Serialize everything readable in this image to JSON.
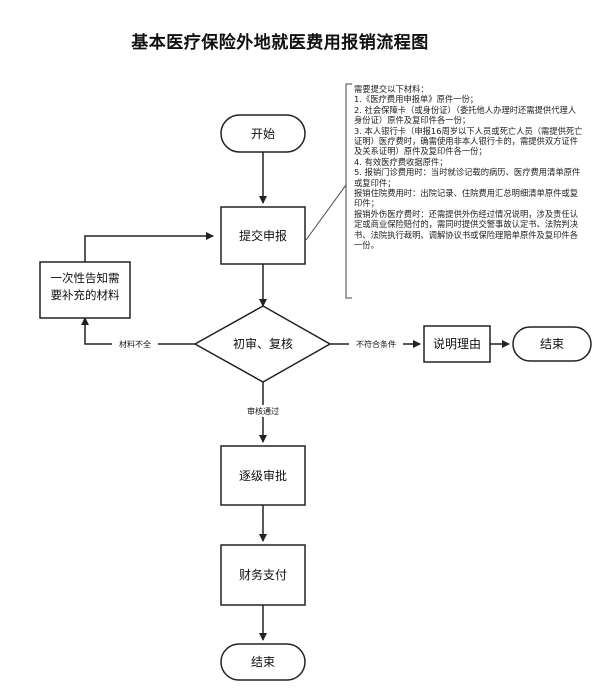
{
  "title": "基本医疗保险外地就医费用报销流程图",
  "nodes": {
    "start": "开始",
    "submit": "提交申报",
    "notify": "一次性告知需要补充的材料",
    "review": "初审、复核",
    "explain": "说明理由",
    "end_right": "结束",
    "approve": "逐级审批",
    "pay": "财务支付",
    "end_bottom": "结束"
  },
  "edges": {
    "incomplete": "材料不全",
    "not_eligible": "不符合条件",
    "passed": "审核通过"
  },
  "note": [
    "需要提交以下材料：",
    "1.《医疗费用申报单》原件一份；",
    "2. 社会保障卡（或身份证）（委托他人办理时还需提供代理人身份证）原件及复印件各一份；",
    "3. 本人银行卡（申报16周岁以下人员或死亡人员（需提供死亡证明）医疗费时，确需使用非本人银行卡的，需提供双方证件及关系证明）原件及复印件各一份；",
    "4. 有效医疗费收据原件；",
    "5. 报销门诊费用时：当时就诊记载的病历、医疗费用清单原件或复印件；",
    "报销住院费用时：出院记录、住院费用汇总明细清单原件或复印件；",
    "报销外伤医疗费时：还需提供外伤经过情况说明，涉及责任认定或商业保险赔付的，需同时提供交警事故认定书、法院判决书、法院执行裁明、调解协议书或保险理赔单原件及复印件各一份。"
  ]
}
